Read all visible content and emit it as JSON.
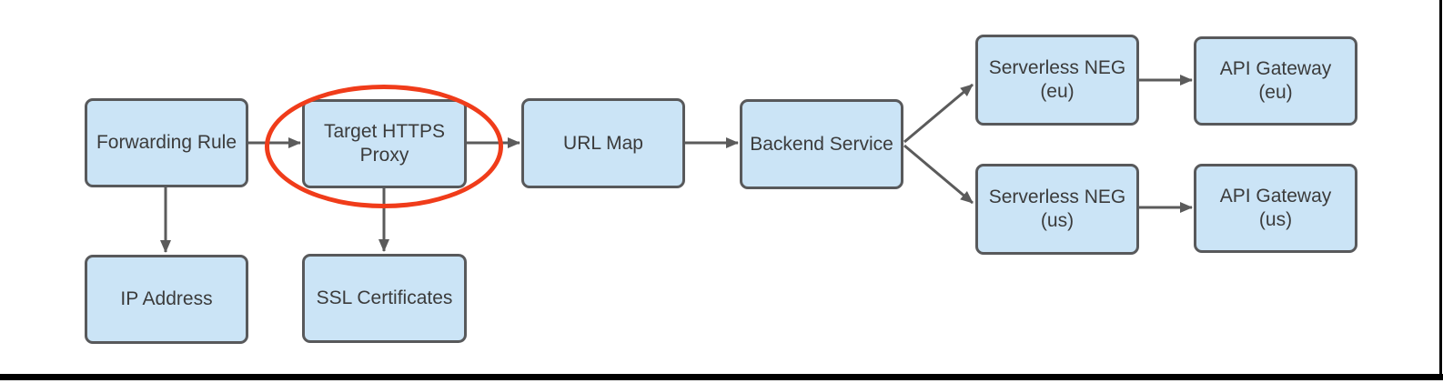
{
  "diagram": {
    "type": "flowchart",
    "colors": {
      "node_fill": "#CBE4F6",
      "node_stroke": "#58595B",
      "text": "#3B3B3B",
      "connector": "#5B5B5B",
      "highlight": "#F03C1A",
      "frame": "#000000"
    },
    "nodes": {
      "forwarding_rule": {
        "line1": "Forwarding Rule"
      },
      "target_https_proxy": {
        "line1": "Target HTTPS",
        "line2": "Proxy"
      },
      "url_map": {
        "line1": "URL Map"
      },
      "backend_service": {
        "line1": "Backend Service"
      },
      "serverless_neg_eu": {
        "line1": "Serverless NEG",
        "line2": "(eu)"
      },
      "api_gateway_eu": {
        "line1": "API Gateway",
        "line2": "(eu)"
      },
      "serverless_neg_us": {
        "line1": "Serverless NEG",
        "line2": "(us)"
      },
      "api_gateway_us": {
        "line1": "API Gateway",
        "line2": "(us)"
      },
      "ip_address": {
        "line1": "IP Address"
      },
      "ssl_certificates": {
        "line1": "SSL Certificates"
      }
    },
    "edges": [
      {
        "from": "Forwarding Rule",
        "to": "Target HTTPS Proxy"
      },
      {
        "from": "Target HTTPS Proxy",
        "to": "URL Map"
      },
      {
        "from": "URL Map",
        "to": "Backend Service"
      },
      {
        "from": "Backend Service",
        "to": "Serverless NEG (eu)"
      },
      {
        "from": "Backend Service",
        "to": "Serverless NEG (us)"
      },
      {
        "from": "Serverless NEG (eu)",
        "to": "API Gateway (eu)"
      },
      {
        "from": "Serverless NEG (us)",
        "to": "API Gateway (us)"
      },
      {
        "from": "Forwarding Rule",
        "to": "IP Address"
      },
      {
        "from": "Target HTTPS Proxy",
        "to": "SSL Certificates"
      }
    ],
    "annotations": [
      {
        "shape": "ellipse",
        "around": "Target HTTPS Proxy",
        "color": "#F03C1A"
      }
    ]
  }
}
